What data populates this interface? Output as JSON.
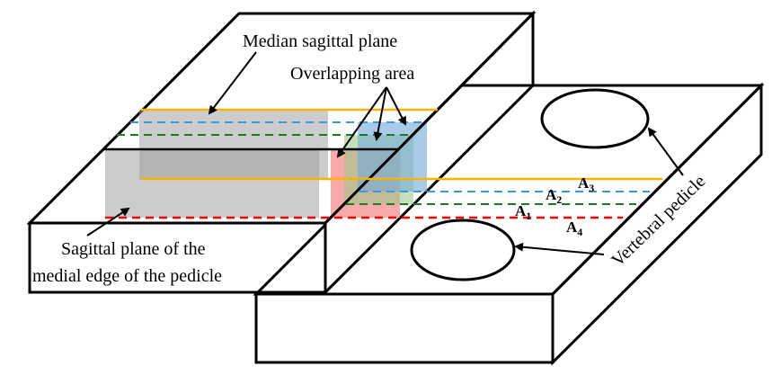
{
  "labels": {
    "median_sagittal_plane": "Median sagittal plane",
    "overlapping_area": "Overlapping area",
    "sagittal_medial_line1": "Sagittal plane of the",
    "sagittal_medial_line2": "medial edge of the pedicle",
    "vertebral_pedicle": "Vertebral pedicle"
  },
  "areas": [
    {
      "letter": "A",
      "sub": "1"
    },
    {
      "letter": "A",
      "sub": "2"
    },
    {
      "letter": "A",
      "sub": "3"
    },
    {
      "letter": "A",
      "sub": "4"
    }
  ],
  "colors": {
    "orange": "#ffb300",
    "blue": "#3a9ad9",
    "green": "#1f7a1f",
    "red": "#ff0000",
    "gray": "#999999",
    "red_fill": "#f47b7b",
    "green_fill": "#9fc98a",
    "blue_fill": "#6fa8dc"
  }
}
